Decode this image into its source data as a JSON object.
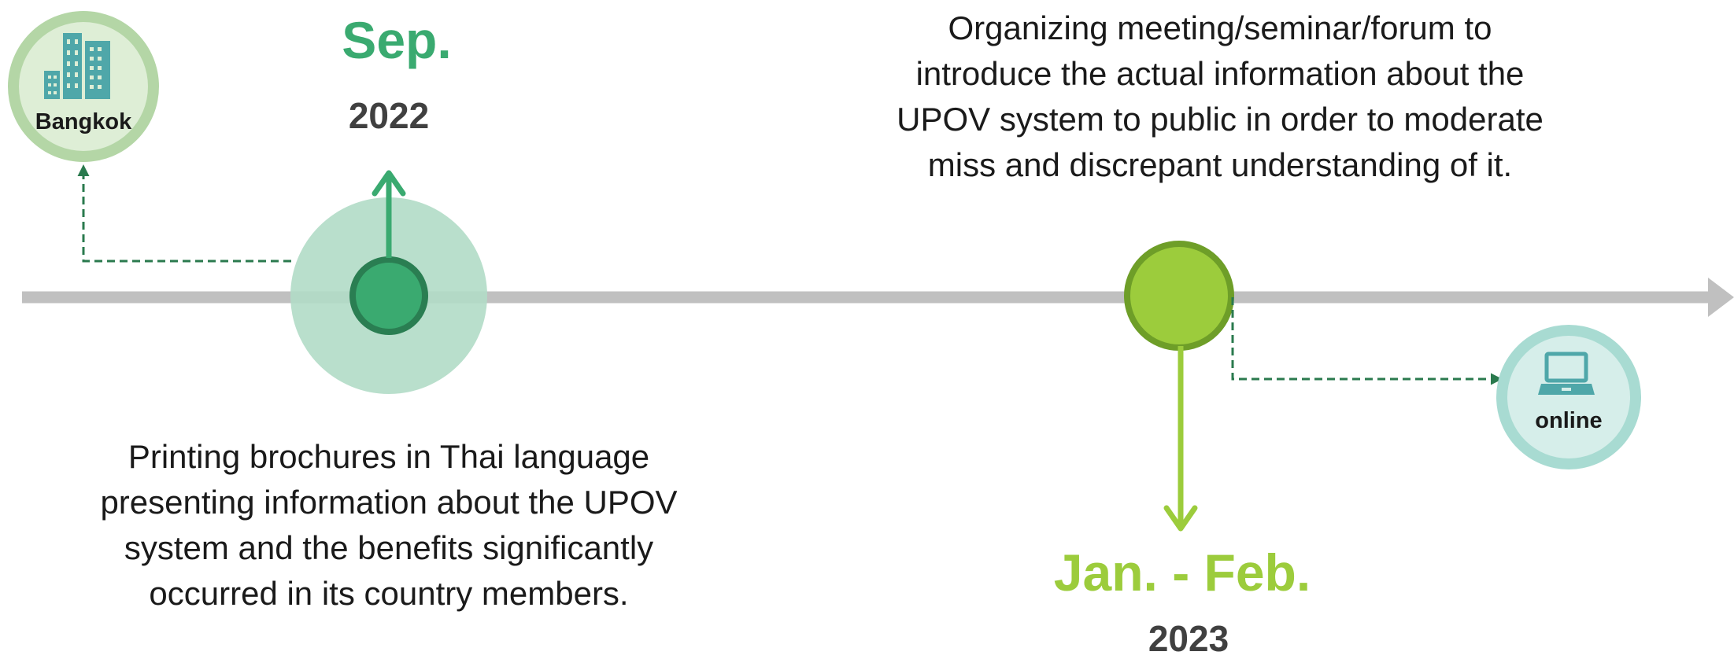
{
  "colors": {
    "axis": "#c0c0c0",
    "sep_accent": "#3aaa70",
    "sep_halo": "#b1dcc7",
    "jan_accent": "#9ccc3c",
    "jan_ring": "#6e9e28",
    "dashed_connector": "#2a7a4e"
  },
  "events": [
    {
      "month": "Sep.",
      "year": "2022",
      "description_lines": [
        "Printing brochures in Thai language",
        "presenting information about the UPOV",
        "system and the benefits significantly",
        "occurred in its country members."
      ],
      "badge": {
        "label": "Bangkok",
        "icon": "city-buildings-icon"
      }
    },
    {
      "month": "Jan. - Feb.",
      "year": "2023",
      "description_lines": [
        "Organizing meeting/seminar/forum to",
        "introduce the actual information about the",
        "UPOV system to public in order to moderate",
        "miss and discrepant understanding of it."
      ],
      "badge": {
        "label": "online",
        "icon": "laptop-icon"
      }
    }
  ]
}
